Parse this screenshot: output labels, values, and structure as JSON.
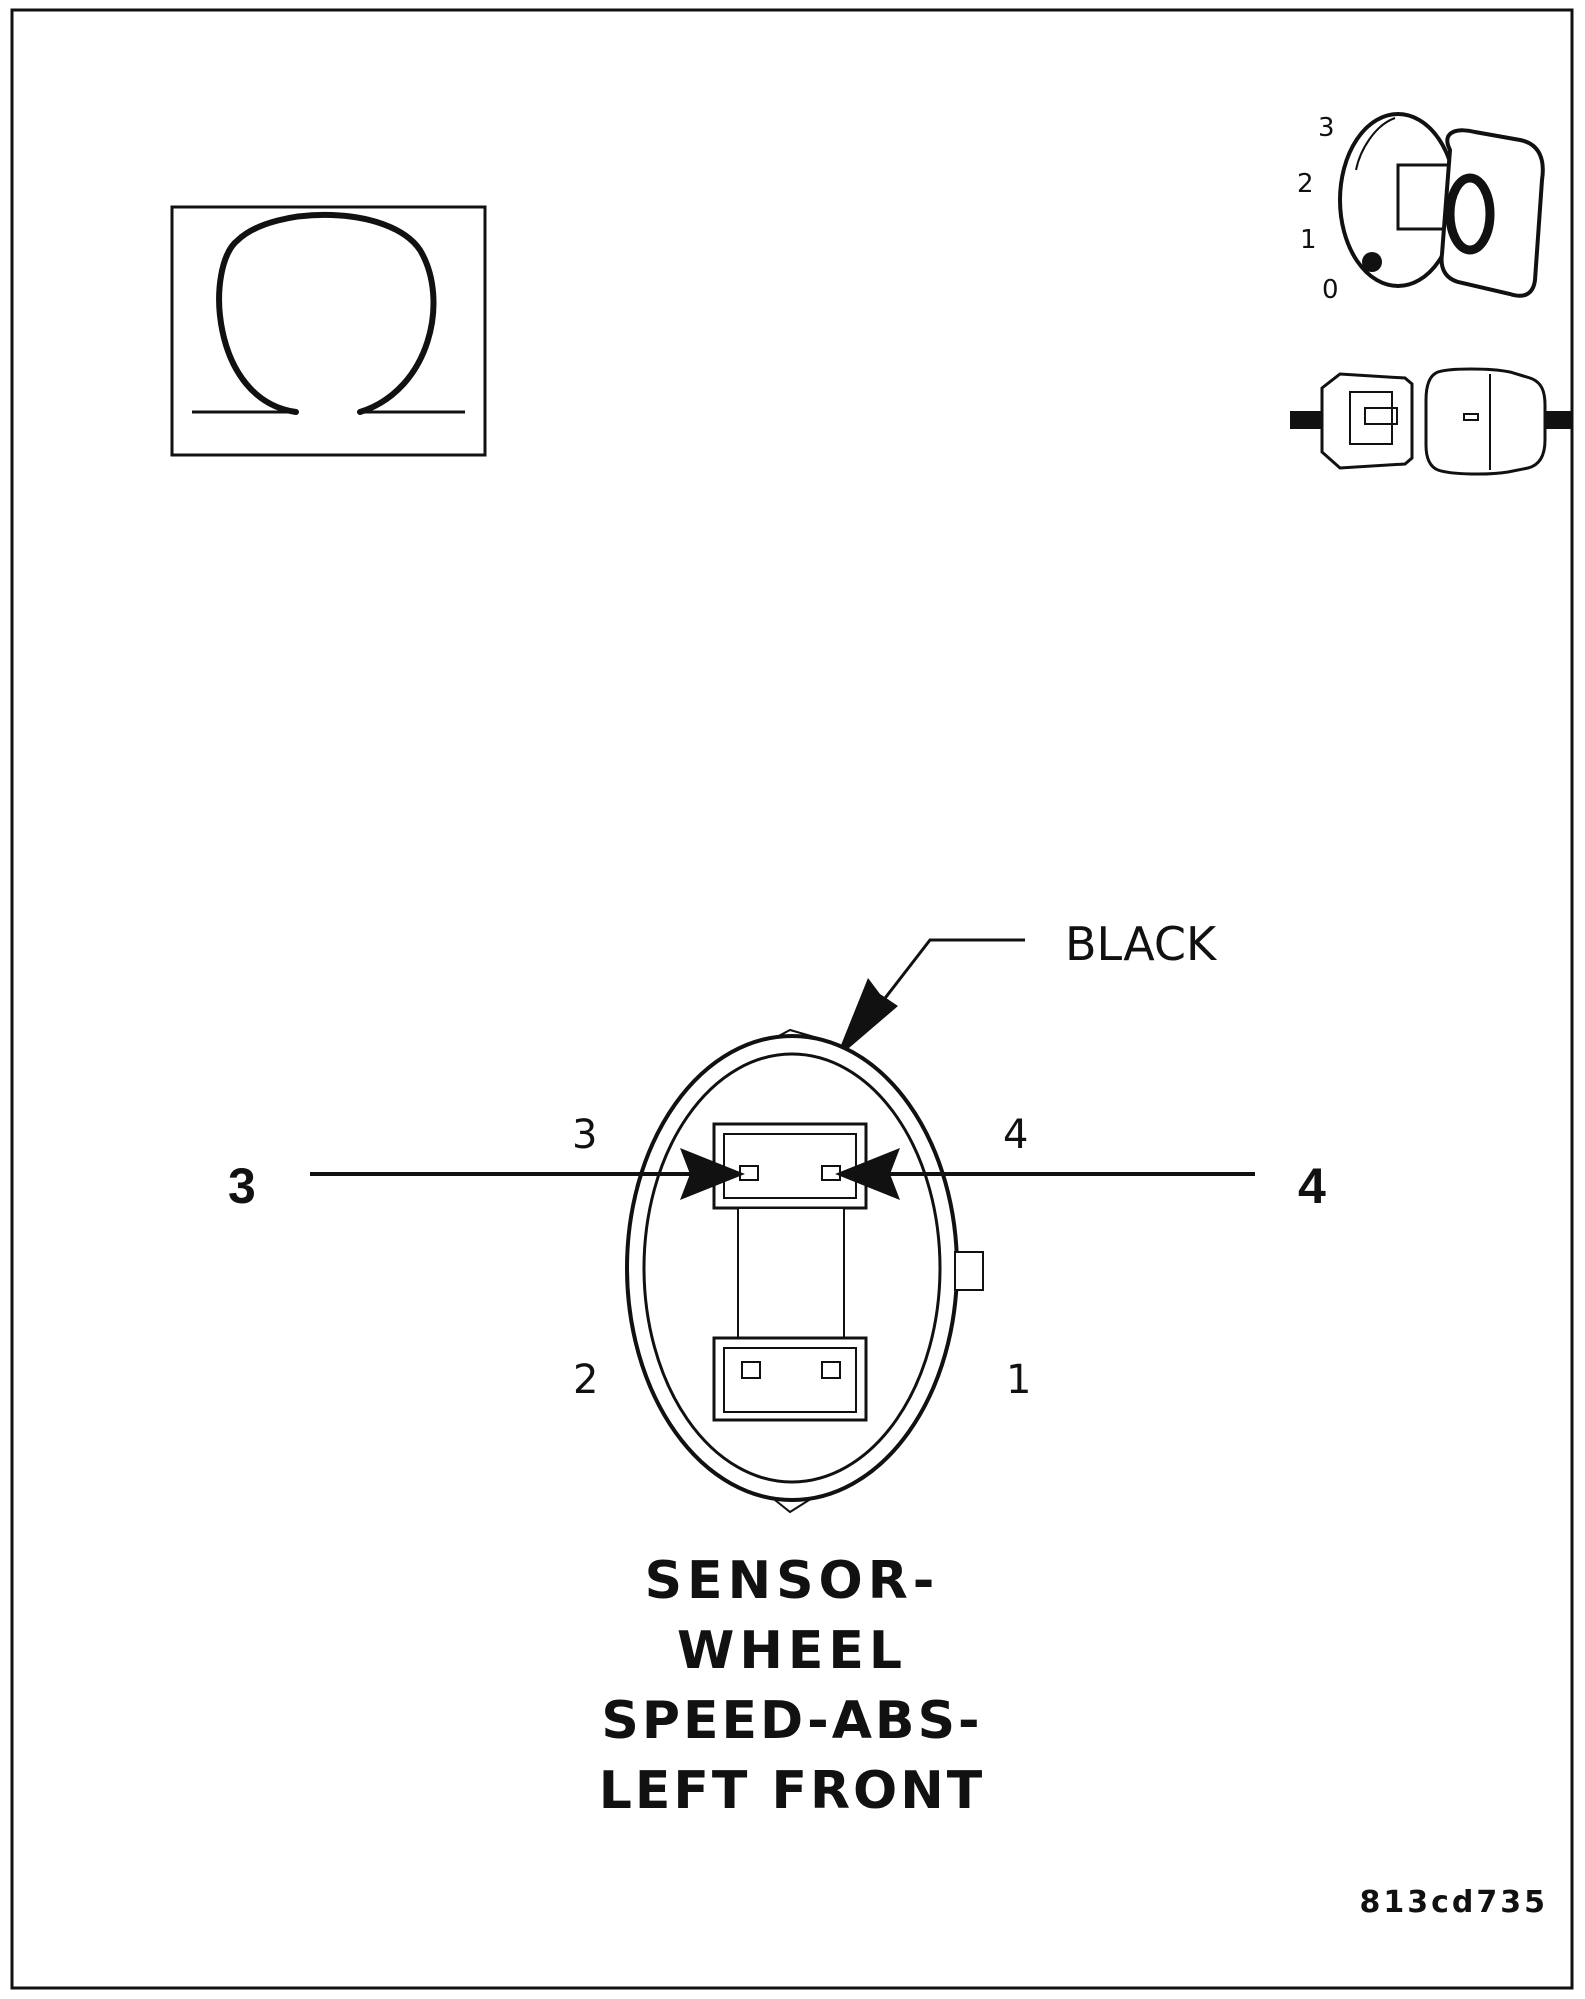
{
  "key_positions": [
    "3",
    "2",
    "1",
    "0"
  ],
  "connector": {
    "color_label": "BLACK",
    "cavities": [
      "3",
      "4",
      "2",
      "1"
    ]
  },
  "callouts": [
    "3",
    "4"
  ],
  "title_lines": [
    "SENSOR-",
    "WHEEL",
    "SPEED-ABS-",
    "LEFT FRONT"
  ],
  "figure_id": "813cd735",
  "icons": {
    "top_left": "ohmmeter-icon",
    "top_right_1": "ignition-key-icon",
    "top_right_2": "connector-disconnected-icon"
  },
  "colors": {
    "ink": "#111111",
    "paper": "#ffffff"
  }
}
